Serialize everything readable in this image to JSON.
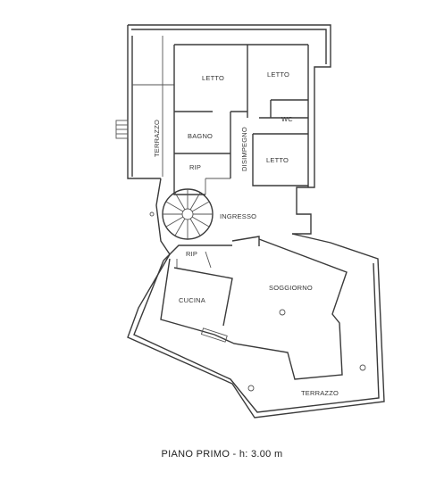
{
  "rooms": {
    "letto_1": "LETTO",
    "letto_2": "LETTO",
    "letto_3": "LETTO",
    "wc": "WC",
    "bagno": "BAGNO",
    "rip_1": "RIP",
    "rip_2": "RIP",
    "disimpegno": "DISIMPEGNO",
    "ingresso": "INGRESSO",
    "soggiorno": "SOGGIORNO",
    "cucina": "CUCINA",
    "terrazzo_1": "TERRAZZO",
    "terrazzo_2": "TERRAZZO"
  },
  "caption": "PIANO PRIMO - h: 3.00 m"
}
